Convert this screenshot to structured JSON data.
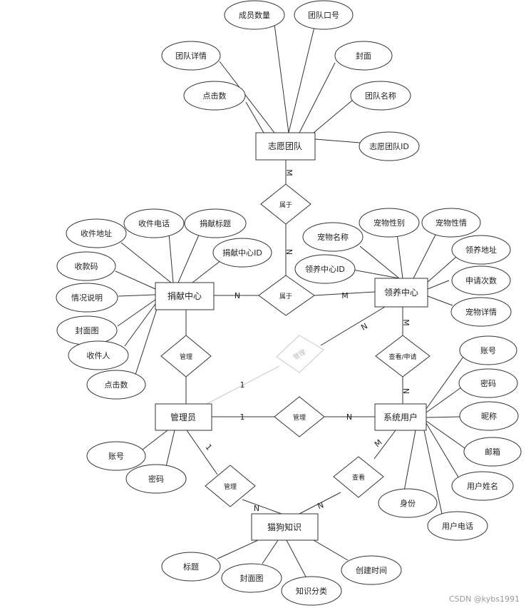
{
  "entities": [
    {
      "id": "volunteer_team",
      "label": "志愿团队"
    },
    {
      "id": "donation_center",
      "label": "捐献中心"
    },
    {
      "id": "adoption_center",
      "label": "领养中心"
    },
    {
      "id": "admin",
      "label": "管理员"
    },
    {
      "id": "system_user",
      "label": "系统用户"
    },
    {
      "id": "pet_knowledge",
      "label": "猫狗知识"
    }
  ],
  "relationships": [
    {
      "id": "rel_belongs_team",
      "label": "属于"
    },
    {
      "id": "rel_belongs_center",
      "label": "属于"
    },
    {
      "id": "rel_manage_donation",
      "label": "管理"
    },
    {
      "id": "rel_manage_adoption",
      "label": "管理"
    },
    {
      "id": "rel_manage_user",
      "label": "管理"
    },
    {
      "id": "rel_manage_knowledge",
      "label": "管理"
    },
    {
      "id": "rel_view_apply",
      "label": "查看/申请"
    },
    {
      "id": "rel_view",
      "label": "查看"
    }
  ],
  "attributes": [
    {
      "id": "team_member_count",
      "label": "成员数量"
    },
    {
      "id": "team_slogan",
      "label": "团队口号"
    },
    {
      "id": "team_detail",
      "label": "团队详情"
    },
    {
      "id": "team_cover",
      "label": "封面"
    },
    {
      "id": "team_clicks",
      "label": "点击数"
    },
    {
      "id": "team_name",
      "label": "团队名称"
    },
    {
      "id": "team_id",
      "label": "志愿团队ID"
    },
    {
      "id": "don_phone",
      "label": "收件电话"
    },
    {
      "id": "don_title",
      "label": "捐献标题"
    },
    {
      "id": "don_address",
      "label": "收件地址"
    },
    {
      "id": "don_id",
      "label": "捐献中心ID"
    },
    {
      "id": "don_payment_code",
      "label": "收款码"
    },
    {
      "id": "don_situation",
      "label": "情况说明"
    },
    {
      "id": "don_cover",
      "label": "封面图"
    },
    {
      "id": "don_receiver",
      "label": "收件人"
    },
    {
      "id": "don_clicks",
      "label": "点击数"
    },
    {
      "id": "ado_pet_gender",
      "label": "宠物性别"
    },
    {
      "id": "ado_pet_temper",
      "label": "宠物性情"
    },
    {
      "id": "ado_pet_name",
      "label": "宠物名称"
    },
    {
      "id": "ado_address",
      "label": "领养地址"
    },
    {
      "id": "ado_id",
      "label": "领养中心ID"
    },
    {
      "id": "ado_apply_count",
      "label": "申请次数"
    },
    {
      "id": "ado_pet_detail",
      "label": "宠物详情"
    },
    {
      "id": "user_account",
      "label": "账号"
    },
    {
      "id": "user_password",
      "label": "密码"
    },
    {
      "id": "user_nickname",
      "label": "昵称"
    },
    {
      "id": "user_email",
      "label": "邮箱"
    },
    {
      "id": "user_name",
      "label": "用户姓名"
    },
    {
      "id": "user_identity",
      "label": "身份"
    },
    {
      "id": "user_phone",
      "label": "用户电话"
    },
    {
      "id": "admin_account",
      "label": "账号"
    },
    {
      "id": "admin_password",
      "label": "密码"
    },
    {
      "id": "know_title",
      "label": "标题"
    },
    {
      "id": "know_cover",
      "label": "封面图"
    },
    {
      "id": "know_category",
      "label": "知识分类"
    },
    {
      "id": "know_created",
      "label": "创建时间"
    }
  ],
  "cardinalities": [
    {
      "id": "card_team_M",
      "label": "M"
    },
    {
      "id": "card_team_N",
      "label": "N"
    },
    {
      "id": "card_don_N",
      "label": "N"
    },
    {
      "id": "card_ado_M",
      "label": "M"
    },
    {
      "id": "card_ado_N_admin",
      "label": "N"
    },
    {
      "id": "card_admin_1_ado",
      "label": "1"
    },
    {
      "id": "card_ado_M_user",
      "label": "M"
    },
    {
      "id": "card_user_N_ado",
      "label": "N"
    },
    {
      "id": "card_admin_1_user",
      "label": "1"
    },
    {
      "id": "card_user_N_admin",
      "label": "N"
    },
    {
      "id": "card_admin_1_know",
      "label": "1"
    },
    {
      "id": "card_know_N_admin",
      "label": "N"
    },
    {
      "id": "card_user_M_know",
      "label": "M"
    },
    {
      "id": "card_know_N_user",
      "label": "N"
    }
  ],
  "watermark": "CSDN @kybs1991"
}
